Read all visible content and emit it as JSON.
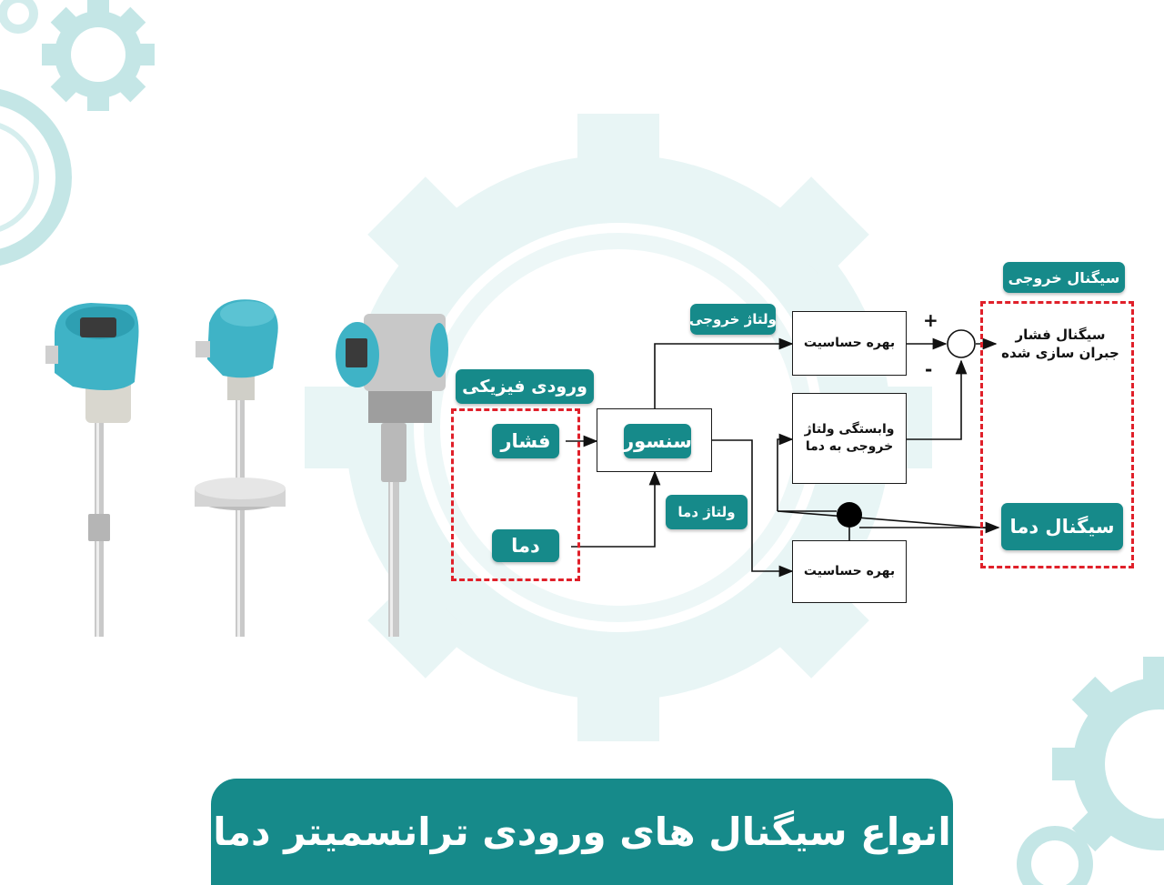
{
  "title": "انواع سیگنال های ورودی ترانسمیتر دما",
  "labels": {
    "physical_input": "ورودی فیزیکی",
    "pressure": "فشار",
    "temperature": "دما",
    "sensor": "سنسور",
    "output_voltage": "ولتاژ خروجی",
    "temp_voltage": "ولتاژ دما",
    "sensitivity_gain_top": "بهره حساسیت",
    "voltage_dependence_line1": "وابستگی ولتاژ",
    "voltage_dependence_line2": "خروجی به دما",
    "sensitivity_gain_bottom": "بهره حساسیت",
    "output_signal": "سیگنال خروجی",
    "compensated_line1": "سیگنال فشار",
    "compensated_line2": "جبران سازی شده",
    "temperature_signal": "سیگنال دما",
    "plus": "+",
    "minus": "-"
  },
  "colors": {
    "accent": "#168a8a",
    "dashed_border": "#e0202a",
    "background_gear": "#dff0f0",
    "device_cap": "#3fb3c6"
  }
}
